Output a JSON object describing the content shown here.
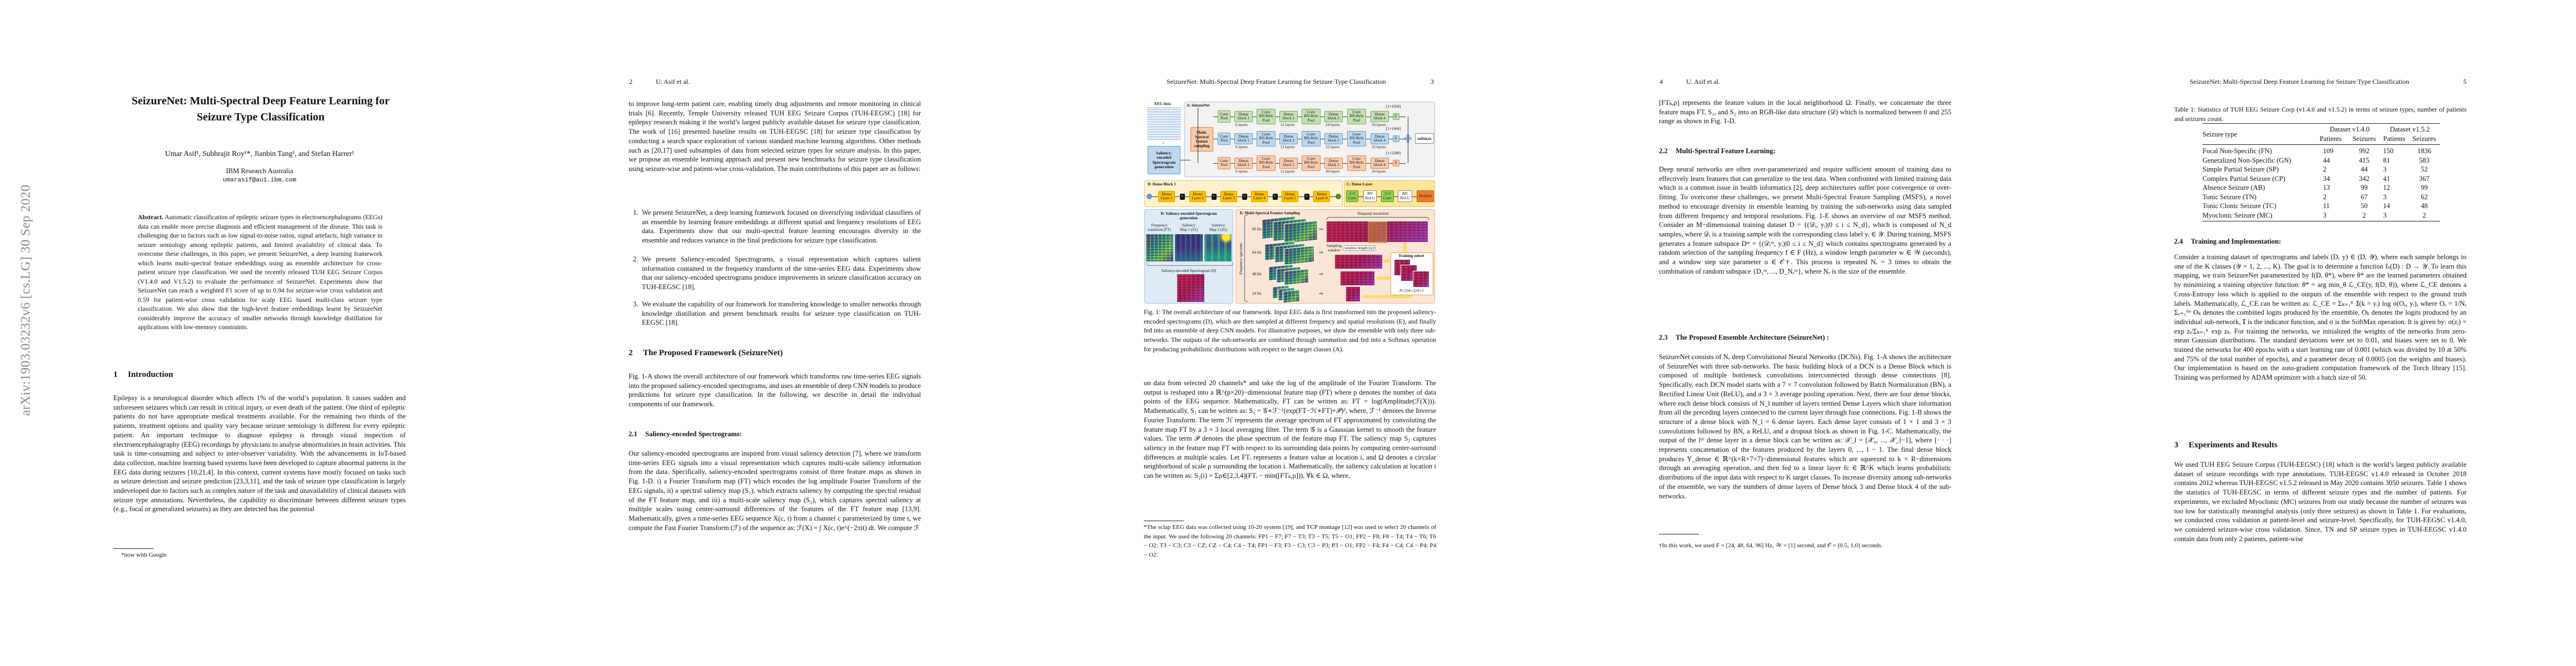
{
  "arxiv_stamp": "arXiv:1903.03232v6  [cs.LG]  30 Sep 2020",
  "running_title": "SeizureNet: Multi-Spectral Deep Feature Learning for Seizure Type Classification",
  "running_authors": "U. Asif et al.",
  "p1": {
    "title": "SeizureNet: Multi-Spectral Deep Feature Learning for Seizure Type Classification",
    "authors": "Umar Asif¹, Subhrajit Roy¹*, Jianbin Tang¹, and Stefan Harrer¹",
    "affiliation": "IBM Research Australia",
    "email": "umarasif@au1.ibm.com",
    "abstract_label": "Abstract.",
    "abstract": "Automatic classification of epileptic seizure types in electroencephalograms (EEGs) data can enable more precise diagnosis and efficient management of the disease. This task is challenging due to factors such as low signal-to-noise ratios, signal artefacts, high variance in seizure semiology among epileptic patients, and limited availability of clinical data. To overcome these challenges, in this paper, we present SeizureNet, a deep learning framework which learns multi-spectral feature embeddings using an ensemble architecture for cross-patient seizure type classification. We used the recently released TUH EEG Seizure Corpus (V1.4.0 and V1.5.2) to evaluate the performance of SeizureNet. Experiments show that SeizureNet can reach a weighted F1 score of up to 0.94 for seizure-wise cross validation and 0.59 for patient-wise cross validation for scalp EEG based multi-class seizure type classification. We also show that the high-level feature embeddings learnt by SeizureNet considerably improve the accuracy of smaller networks through knowledge distillation for applications with low-memory constraints.",
    "intro_num": "1",
    "intro_title": "Introduction",
    "intro_text": "Epilepsy is a neurological disorder which affects 1% of the world’s population. It causes sudden and unforeseen seizures which can result in critical injury, or even death of the patient. One third of epileptic patients do not have appropriate medical treatments available. For the remaining two thirds of the patients, treatment options and quality vary because seizure semiology is different for every epileptic patient. An important technique to diagnose epilepsy is through visual inspection of electroencephalography (EEG) recordings by physicians to analyse abnormalities in brain activities. This task is time-consuming and subject to inter-observer variability. With the advancements in IoT-based data collection, machine learning based systems have been developed to capture abnormal patterns in the EEG data during seizures [10,21,4]. In this context, current systems have mostly focused on tasks such as seizure detection and seizure prediction [23,3,11], and the task of seizure type classification is largely undeveloped due to factors such as complex nature of the task and unavailability of clinical datasets with seizure type annotations. Nevertheless, the capability to discriminate between different seizure types (e.g., focal or generalized seizures) as they are detected has the potential",
    "footnote": "*now with Google"
  },
  "p2": {
    "page_num": "2",
    "para1": "to improve long-term patient care, enabling timely drug adjustments and remote monitoring in clinical trials [6]. Recently, Temple University released TUH EEG Seizure Corpus (TUH-EEGSC) [18] for epilepsy research making it the world’s largest publicly available dataset for seizure type classification. The work of [16] presented baseline results on TUH-EEGSC [18] for seizure type classification by conducting a search space exploration of various standard machine learning algorithms. Other methods such as [20,17] used subsamples of data from selected seizure types for seizure analysis. In this paper, we propose an ensemble learning approach and present new benchmarks for seizure type classification using seizure-wise and patient-wise cross-validation. The main contributions of this paper are as follows:",
    "contributions": [
      {
        "num": "1.",
        "text": "We present SeizureNet, a deep learning framework focused on diversifying individual classifiers of an ensemble by learning feature embeddings at different spatial and frequency resolutions of EEG data. Experiments show that our multi-spectral feature learning encourages diversity in the ensemble and reduces variance in the final predictions for seizure type classification."
      },
      {
        "num": "2.",
        "text": "We present Saliency-encoded Spectrograms, a visual representation which captures salient information contained in the frequency transform of the time-series EEG data. Experiments show that our saliency-encoded spectrograms produce improvements in seizure classification accuracy on TUH-EEGSC [18]."
      },
      {
        "num": "3.",
        "text": "We evaluate the capability of our framework for transfering knowledge to smaller networks through knowledge distillation and present benchmark results for seizure type classification on TUH-EEGSC [18]."
      }
    ],
    "sec2_num": "2",
    "sec2_title": "The Proposed Framework (SeizureNet)",
    "sec2_text": "Fig. 1-A shows the overall architecture of our framework which transforms raw time-series EEG signals into the proposed saliency-encoded spectrograms, and uses an ensemble of deep CNN models to produce predictions for seizure type classification. In the following, we describe in detail the individual components of our framework.",
    "sec21_num": "2.1",
    "sec21_title": "Saliency-encoded Spectrograms:",
    "sec21_text": "Our saliency-encoded spectrograms are inspired from visual saliency detection [7], where we transform time-series EEG signals into a visual representation which captures multi-scale saliency information from the data. Specifically, saliency-encoded spectrograms consist of three feature maps as shown in Fig. 1-D. i) a Fourier Transform map (FT) which encodes the log amplitude Fourier Transform of the EEG signals, ii) a spectral saliency map (S₁), which extracts saliency by computing the spectral residual of the FT feature map, and iii) a multi-scale saliency map (S₂), which captures spectral saliency at multiple scales using center-surround differences of the features of the FT feature map [13,9]. Mathematically, given a time-series EEG sequence X(c, t) from a channel c parameterized by time t, we compute the Fast Fourier Transform (ℱ) of the sequence as: ℱ(X) = ∫ X(c, t)e^(−2πit) dt. We compute ℱ"
  },
  "p3": {
    "page_num": "3",
    "caption": "Fig. 1: The overall architecture of our framework. Input EEG data is first transformed into the proposed saliency-encoded spectrograms (D), which are then sampled at different frequency and spatial resolutions (E), and finally fed into an ensemble of deep CNN models. For illustrative purposes, we show the ensemble with only three sub-networks. The outputs of the sub-networks are combined through summation and fed into a Softmax operation for producing probabilistic distributions with respect to the target classes (A).",
    "body": "on data from selected 20 channels* and take the log of the amplitude of the Fourier Transform. The output is reshaped into a ℝ^(p×20)−dimensional feature map (FT) where p denotes the number of data points of the EEG sequence. Mathematically, FT can be written as: FT = log(Amplitude(ℱ(X))). Mathematically, S₁ can be written as: S₁ = 𝒢∗ℱ⁻¹(exp(FT−ℋ∗FT)+𝒫)², where, ℱ⁻¹ denotes the Inverse Fourier Transform. The term ℋ represents the average spectrum of FT approximated by convoluting the feature map FT by a 3 × 3 local averaging filter. The term 𝒢 is a Gaussian kernel to smooth the feature values. The term 𝒫 denotes the phase spectrum of the feature map FT. The saliency map S₂ captures saliency in the feature map FT with respect to its surrounding data points by computing center-surround differences at multiple scales. Let FTᵢ represents a feature value at location i, and Ω denotes a circular neighborhood of scale ρ surrounding the location i. Mathematically, the saliency calculation at location i can be written as: S₂(i) = Σρ∈[2,3,4](FTᵢ − min([FTₖ,ρ])), ∀k ∈ Ω, where,",
    "footnote": "*The sclap EEG data was collected using 10-20 system [19], and TCP montage [12] was used to select 20 channels of the input. We used the following 20 channels: FP1 − F7; F7 − T3; T3 − T5; T5 − O1; FP2 − F8; F8 − T4; T4 − T6; T6 − O2; T3 − C3; C3 − CZ; CZ − C4; C4 − T4; FP1 − F3; F3 − C3; C3 − P3; P3 − O1; FP2 − F4; F4 − C4; C4 − P4; P4 − O2.",
    "figure": {
      "eeg_label": "EEG data",
      "saliency_gen": "Saliency-\nencoded\nSpectrogram\ngeneration",
      "msfs": "Multi-\nSpectral\nfeature\nsampling",
      "panel_a": "A: SeizureNet",
      "block_labels": [
        "Conv\nPool",
        "Dense\nblock 1",
        "Conv\nBN-Relu\nPool",
        "Dense\nblock 2",
        "Conv\nBN-Relu\nPool",
        "Dense\nblock 3",
        "Conv\nBN-Relu\nPool",
        "Dense\nblock 4"
      ],
      "fc": "fc",
      "softmax": "softmax",
      "rows": [
        {
          "color": "g",
          "dims": "[1×1024]",
          "layers": [
            "6 layers",
            "12 layers",
            "24 layers",
            "16 layers"
          ]
        },
        {
          "color": "b",
          "dims": "[1×1664]",
          "layers": [
            "6 layers",
            "12 layers",
            "32 layers",
            "32 layers"
          ]
        },
        {
          "color": "o",
          "dims": "[1×2208]",
          "layers": [
            "6 layers",
            "12 layers",
            "36 layers",
            "24 layers"
          ]
        }
      ],
      "panel_b": "B: Dense Block 1",
      "dense_layers": [
        "Dense\nLayer 1",
        "Dense\nLayer 2",
        "Dense\nLayer 3",
        "Dense\nLayer 4",
        "Dense\nLayer 5",
        "Dense\nLayer 6"
      ],
      "concat": "C",
      "panel_c": "C: Dense Layer",
      "dense_layer_ops": [
        "1×1\nConv",
        "BN\nReLU",
        "3×3\nConv",
        "BN\nReLU",
        "Dropout"
      ],
      "panel_d": "D: Saliency-encoded Spectrogram\ngeneration",
      "maps": [
        "Frequency\ntransform (FT)",
        "Saliency\nMap 1 (S1)",
        "Saliency\nMap 2 (S2)"
      ],
      "d_caption": "Saliency-encoded Spectrogram (D)",
      "panel_e": "E: Multi-Spectral Feature Sampling",
      "temporal": "Temporal resolution",
      "freq_spectrum": "Frequency spectrum",
      "freqs": [
        "96 Hz",
        "64 Hz",
        "48 Hz",
        "24 Hz"
      ],
      "sampling_window": "Sampling\nwindow",
      "window_length": "window length (w)",
      "training_subset": "Training subset",
      "subset_dims": "N×224×224×3",
      "colors": {
        "green": "#c5e0b4",
        "blue": "#bdd7ee",
        "orange": "#f8cbad",
        "dense_layer": "#ffc000",
        "dropout": "#ed7d31"
      }
    }
  },
  "p4": {
    "page_num": "4",
    "para1": "[FTₖ,ρ] represents the feature values in the local neighborhood Ω. Finally, we concatenate the three feature maps FT, S₁, and S₂ into an RGB-like data structure (𝒟) which is normalized between 0 and 255 range as shown in Fig. 1-D.",
    "sec22_num": "2.2",
    "sec22_title": "Multi-Spectral Feature Learning:",
    "sec22_text": "Deep neural networks are often over-parameterized and require sufficient amount of training data to effectively learn features that can generalize to the test data. When confronted with limited training data which is a common issue in health informatics [2], deep architectures suffer poor convergence or over-fitting. To overcome these challenges, we present Multi-Spectral Feature Sampling (MSFS), a novel method to encourage diversity in ensemble learning by training the sub-networks using data sampled from different frequency and temporal resolutions. Fig. 1-E shows an overview of our MSFS method. Consider an M−dimensional training dataset D = {(𝒟ᵢ, yᵢ)|0 ≤ i ≤ N_d}, which is composed of N_d samples, where 𝒟ᵢ is a training sample with the corresponding class label yᵢ ∈ 𝒴. During training, MSFS generates a feature subspace Dᵐ = {(𝒟ᵢᵐ, yᵢ)|0 ≤ i ≤ N_d} which contains spectrograms generated by a random selection of the sampling frequency f ∈ F (Hz), a window length parameter w ∈ 𝒲 (seconds), and a window step size parameter o ∈ 𝒪†. This process is repeated Nₑ = 3 times to obtain the combination of random subspace {D₁ᵐ, ..., D_Nₑᵐ}, where Nₑ is the size of the ensemble.",
    "sec23_num": "2.3",
    "sec23_title": "The Proposed Ensemble Architecture (SeizureNet) :",
    "sec23_text": "SeizureNet consists of Nₑ deep Convolutional Neural Networks (DCNs). Fig. 1-A shows the architecture of SeizureNet with three sub-networks. The basic building block of a DCN is a Dense Block which is composed of multiple bottleneck convolutions interconnected through dense connections [8]. Specifically, each DCN model starts with a 7 × 7 convolution followed by Batch Normalization (BN), a Rectified Linear Unit (ReLU), and a 3 × 3 average pooling operation. Next, there are four dense blocks, where each dense block consists of N_l number of layers termed Dense Layers which share information from all the preceding layers connected to the current layer through fuse connections. Fig. 1-B shows the structure of a dense block with N_l = 6 dense layers. Each dense layer consists of 1 × 1 and 3 × 3 convolutions followed by BN, a ReLU, and a dropout block as shown in Fig. 1-C. Mathematically, the output of the lᵗʰ dense layer in a dense block can be written as: 𝒳_l = [𝒳₀, ..., 𝒳_l−1], where [· · ·] represents concatenation of the features produced by the layers 0, ..., l − 1. The final dense block produces Y_dense ∈ ℝ^(k×R×7×7)−dimensional features which are squeezed to k × R−dimensions through an averaging operation, and then fed to a linear layer fc ∈ ℝ^K which learns probabilistic distributions of the input data with respect to K target classes. To increase diversity among sub-networks of the ensemble, we vary the numbers of dense layers of Dense block 3 and Dense block 4 of the sub-networks.",
    "footnote": "†In this work, we used F = [24, 48, 64, 96] Hz, 𝒲 = [1] second, and 𝒪 = [0.5, 1.0] seconds."
  },
  "p5": {
    "page_num": "5",
    "table_caption": "Table 1: Statistics of TUH EEG Seizure Corp (v1.4.0 and v1.5.2) in terms of seizure types, number of patients and seizures count.",
    "table": {
      "col_type": "Seizure type",
      "group1": "Dataset v1.4.0",
      "group2": "Dataset v1.5.2",
      "sub": [
        "Patients",
        "Seizures",
        "Patients",
        "Seizures"
      ],
      "rows": [
        {
          "type": "Focal Non-Specific (FN)",
          "v140_patients": "109",
          "v140_seizures": "992",
          "v152_patients": "150",
          "v152_seizures": "1836"
        },
        {
          "type": "Generalized Non-Specific (GN)",
          "v140_patients": "44",
          "v140_seizures": "415",
          "v152_patients": "81",
          "v152_seizures": "583"
        },
        {
          "type": "Simple Partial Seizure (SP)",
          "v140_patients": "2",
          "v140_seizures": "44",
          "v152_patients": "3",
          "v152_seizures": "52"
        },
        {
          "type": "Complex Partial Seizure (CP)",
          "v140_patients": "34",
          "v140_seizures": "342",
          "v152_patients": "41",
          "v152_seizures": "367"
        },
        {
          "type": "Absence Seizure (AB)",
          "v140_patients": "13",
          "v140_seizures": "99",
          "v152_patients": "12",
          "v152_seizures": "99"
        },
        {
          "type": "Tonic Seizure (TN)",
          "v140_patients": "2",
          "v140_seizures": "67",
          "v152_patients": "3",
          "v152_seizures": "62"
        },
        {
          "type": "Tonic Clonic Seizure (TC)",
          "v140_patients": "11",
          "v140_seizures": "50",
          "v152_patients": "14",
          "v152_seizures": "48"
        },
        {
          "type": "Myoclonic Seizure (MC)",
          "v140_patients": "3",
          "v140_seizures": "2",
          "v152_patients": "3",
          "v152_seizures": "2"
        }
      ]
    },
    "sec24_num": "2.4",
    "sec24_title": "Training and Implementation:",
    "sec24_text": "Consider a training dataset of spectrograms and labels (D, y) ∈ (D, 𝒴), where each sample belongs to one of the K classes (𝒴 = 1, 2, ..., K). The goal is to determine a function fₛ(D) : D → 𝒴. To learn this mapping, we train SeizureNet parameterized by f(D, θ*), where θ* are the learned parameters obtained by minimizing a training objective function: θ* = arg min_θ ℒ_CE(y, f(D, θ)), where ℒ_CE denotes a Cross-Entropy loss which is applied to the outputs of the ensemble with respect to the ground truth labels. Mathematically, ℒ_CE can be written as: ℒ_CE = Σₖ₌₁ᴷ 𝕀(k = yᵢ) log σ(Oₑ, yᵢ), where Oₑ = 1/Nₑ Σₑ₌₁ᴺᵉ Oₖ denotes the combined logits produced by the ensemble, Oₖ denotes the logits produced by an individual sub-network, 𝕀 is the indicator function, and σ is the SoftMax operation. It is given by: σ(zᵢ) = exp zᵢ/Σₖ₌₁ᴷ exp zₖ. For training the networks, we initialized the weights of the networks from zero-mean Gaussian distributions. The standard deviations were set to 0.01, and biases were set to 0. We trained the networks for 400 epochs with a start learning rate of 0.001 (which was divided by 10 at 50% and 75% of the total number of epochs), and a parameter decay of 0.0005 (on the weights and biases). Our implementation is based on the auto-gradient computation framework of the Torch library [15]. Training was performed by ADAM optimizer with a batch size of 50.",
    "sec3_num": "3",
    "sec3_title": "Experiments and Results",
    "sec3_text": "We used TUH EEG Seizure Corpus (TUH-EEGSC) [18] which is the world’s largest publicly available dataset of seizure recordings with type annotations. TUH-EEGSC v1.4.0 released in October 2018 contains 2012 whereas TUH-EEGSC v1.5.2 released in May 2020 contains 3050 seizures. Table 1 shows the statistics of TUH-EEGSC in terms of different seizure types and the number of patients. For experiments, we excluded Myoclonic (MC) seizures from our study because the number of seizures was too low for statistically meaningful analysis (only three seizures) as shown in Table 1. For evaluations, we conducted cross validation at patient-level and seizure-level. Specifically, for TUH-EEGSC v1.4.0, we considered seizure-wise cross validation. Since, TN and SP seizure types in TUH-EEGSC v1.4.0 contain data from only 2 patients, patient-wise"
  }
}
